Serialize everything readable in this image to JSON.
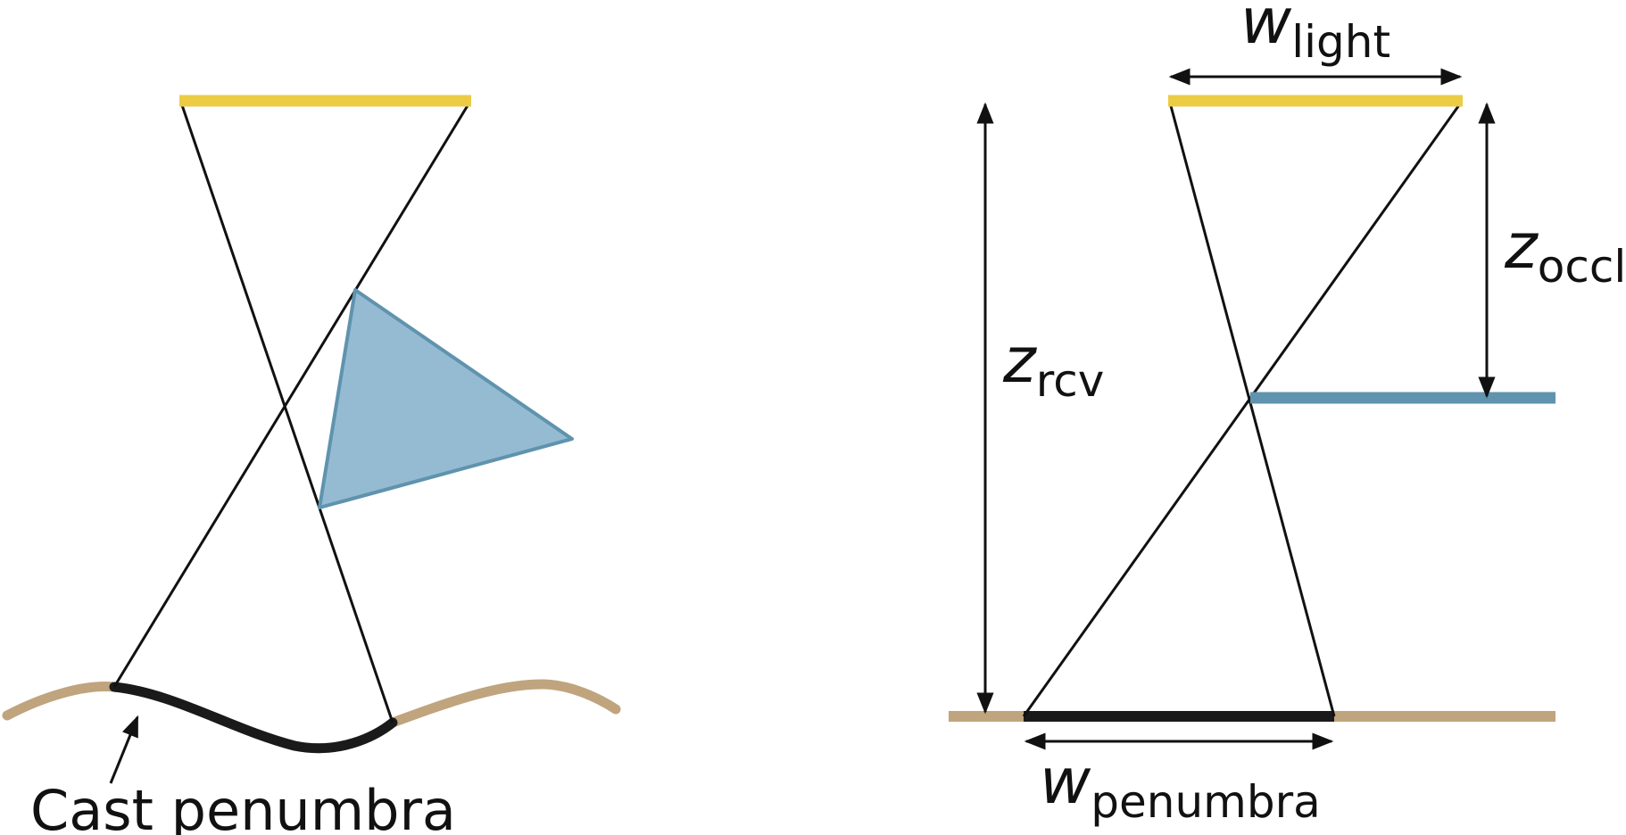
{
  "left_panel": {
    "caption": "Cast penumbra",
    "colors": {
      "light": "#ECCB45",
      "occluder_fill": "#95BBD2",
      "occluder_stroke": "#5F93AE",
      "ground": "#BFA47E",
      "penumbra": "#1A1A1A",
      "ray": "#111111"
    }
  },
  "right_panel": {
    "w_light": {
      "symbol": "w",
      "subscript": "light"
    },
    "z_occl": {
      "symbol": "z",
      "subscript": "occl"
    },
    "z_rcv": {
      "symbol": "z",
      "subscript": "rcv"
    },
    "w_penumbra": {
      "symbol": "w",
      "subscript": "penumbra"
    },
    "colors": {
      "light": "#ECCB45",
      "occluder": "#5F93AE",
      "ground": "#BFA47E",
      "penumbra": "#1A1A1A",
      "ray": "#111111"
    }
  }
}
